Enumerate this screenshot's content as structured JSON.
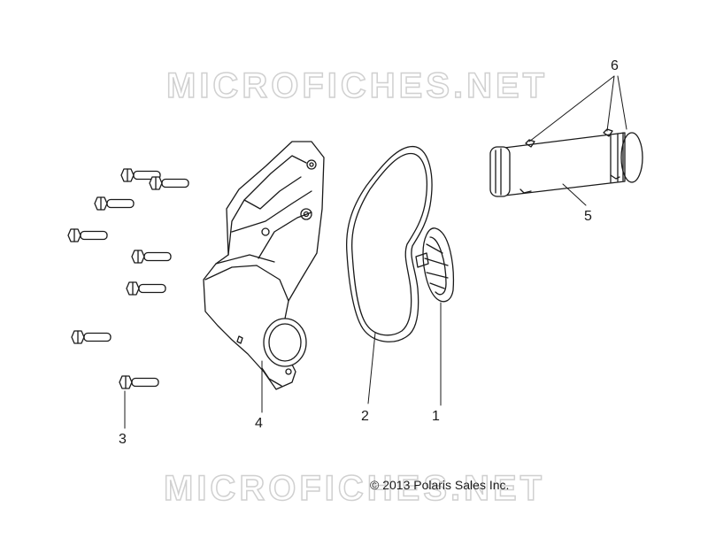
{
  "watermark": {
    "text": "MICROFICHES.NET"
  },
  "copyright": "© 2013 Polaris Sales Inc.",
  "callouts": {
    "c1": "1",
    "c2": "2",
    "c3": "3",
    "c4": "4",
    "c5": "5",
    "c6": "6"
  },
  "colors": {
    "line": "#1a1a1a",
    "watermark": "#d0d0d0",
    "background": "#ffffff"
  }
}
